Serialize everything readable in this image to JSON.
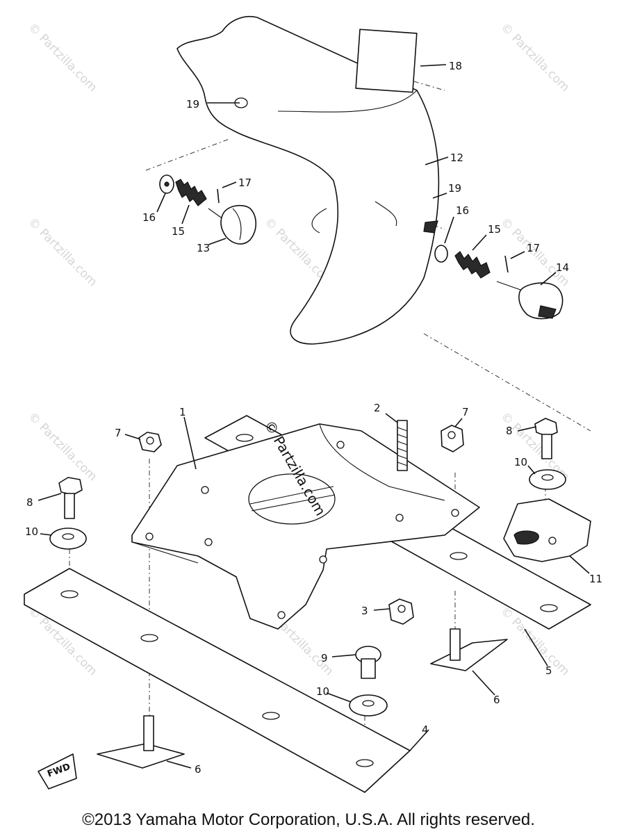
{
  "watermark": "© Partzilla.com",
  "fwd_label": "FWD",
  "copyright": "©2013 Yamaha Motor Corporation, U.S.A. All rights reserved.",
  "callouts": {
    "c1": "1",
    "c2": "2",
    "c3": "3",
    "c4": "4",
    "c5": "5",
    "c6a": "6",
    "c6b": "6",
    "c7a": "7",
    "c7b": "7",
    "c8a": "8",
    "c8b": "8",
    "c9": "9",
    "c10a": "10",
    "c10b": "10",
    "c10c": "10",
    "c11": "11",
    "c12": "12",
    "c13": "13",
    "c14": "14",
    "c15a": "15",
    "c15b": "15",
    "c16a": "16",
    "c16b": "16",
    "c17a": "17",
    "c17b": "17",
    "c18": "18",
    "c19a": "19",
    "c19b": "19"
  }
}
